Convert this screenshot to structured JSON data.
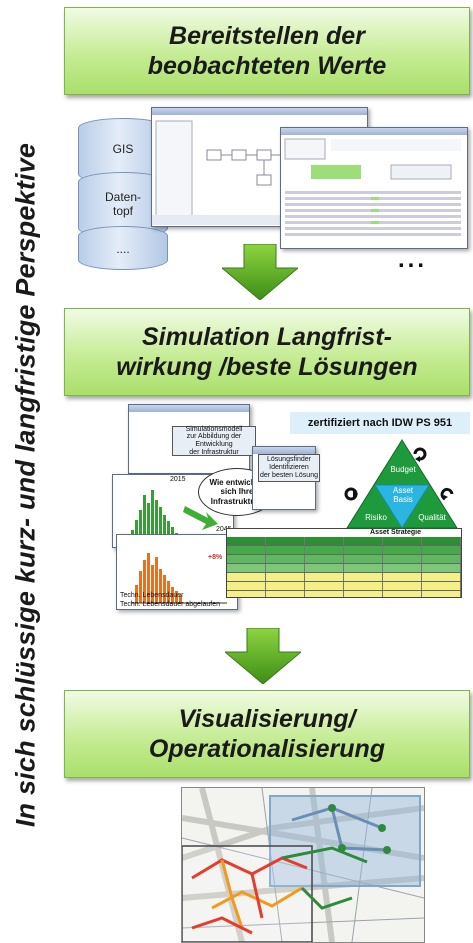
{
  "side_title": "In sich schlüssige kurz- und langfristige Perspektive",
  "stages": [
    {
      "text": "Bereitstellen der\nbeobachteten Werte"
    },
    {
      "text": "Simulation Langfrist-\nwirkung /beste Lösungen"
    },
    {
      "text": "Visualisierung/\nOperationalisierung"
    }
  ],
  "databases": [
    {
      "label": "GIS"
    },
    {
      "label": "Daten-\ntopf"
    },
    {
      "label": "...."
    }
  ],
  "ellipsis": "...",
  "certification": "zertifiziert nach IDW PS 951",
  "triangle": {
    "top": "Budget",
    "center": "Asset\nBasis",
    "left": "Risiko",
    "right": "Qualität"
  },
  "simulation": {
    "box_model": "Simulationsmodell\nzur Abbildung der Entwicklung\nder Infrastruktur",
    "question": "Wie entwickelt\nsich Ihre\nInfrastruktur?",
    "box_finder": "Lösungsfinder\nIdentifizieren\nder besten Lösung",
    "year_start": "2015",
    "year_end": "2045",
    "change": "+8%",
    "table_header": "Asset Strategie",
    "legend_1": "Techn. Lebensdauer",
    "legend_2": "Techn. Lebensdauer abgelaufen"
  },
  "colors": {
    "accent_green": "#5aa321",
    "stage_border": "#7fb548",
    "triangle_green": "#1e9a3c",
    "triangle_blue": "#2cb5e0"
  }
}
